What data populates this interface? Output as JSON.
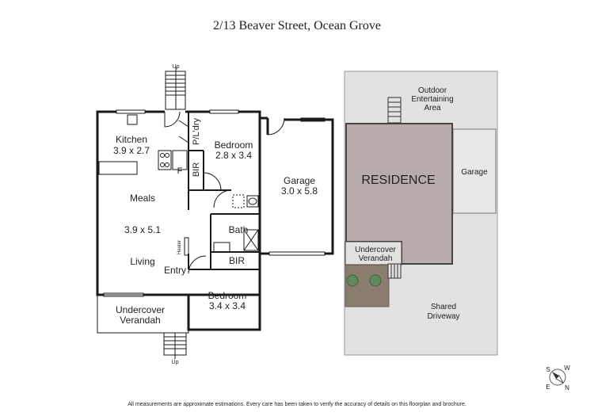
{
  "title": "2/13 Beaver Street, Ocean Grove",
  "footer": "All measurements are approximate estimations. Every care has been taken to verify the accuracy of details on this floorplan and brochure.",
  "floorplan": {
    "stair_top_label": "Up",
    "stair_bottom_label": "Up",
    "kitchen_name": "Kitchen",
    "kitchen_size": "3.9 x 2.7",
    "laundry": "P/L'dry",
    "bedroom1_name": "Bedroom",
    "bedroom1_size": "2.8 x 3.4",
    "bir1": "BIR",
    "fridge": "F",
    "meals": "Meals",
    "living_size": "3.9 x 5.1",
    "living": "Living",
    "heater": "Heater",
    "entry": "Entry",
    "bath": "Bath",
    "bir2": "BIR",
    "bedroom2_name": "Bedroom",
    "bedroom2_size": "3.4 x 3.4",
    "garage_name": "Garage",
    "garage_size": "3.0 x 5.8",
    "verandah_line1": "Undercover",
    "verandah_line2": "Verandah"
  },
  "siteplan": {
    "outdoor_line1": "Outdoor",
    "outdoor_line2": "Entertaining",
    "outdoor_line3": "Area",
    "residence": "RESIDENCE",
    "garage": "Garage",
    "verandah_line1": "Undercover",
    "verandah_line2": "Verandah",
    "driveway_line1": "Shared",
    "driveway_line2": "Driveway"
  },
  "compass": {
    "s": "S",
    "w": "W",
    "e": "E",
    "n": "N"
  },
  "colors": {
    "wall": "#1a1a1a",
    "site_bg": "#e3e2e0",
    "residence": "#b8acab",
    "garage_site": "#e9e8e6",
    "verandah_site": "#8b7d6e",
    "tree": "#5e8a5e"
  }
}
